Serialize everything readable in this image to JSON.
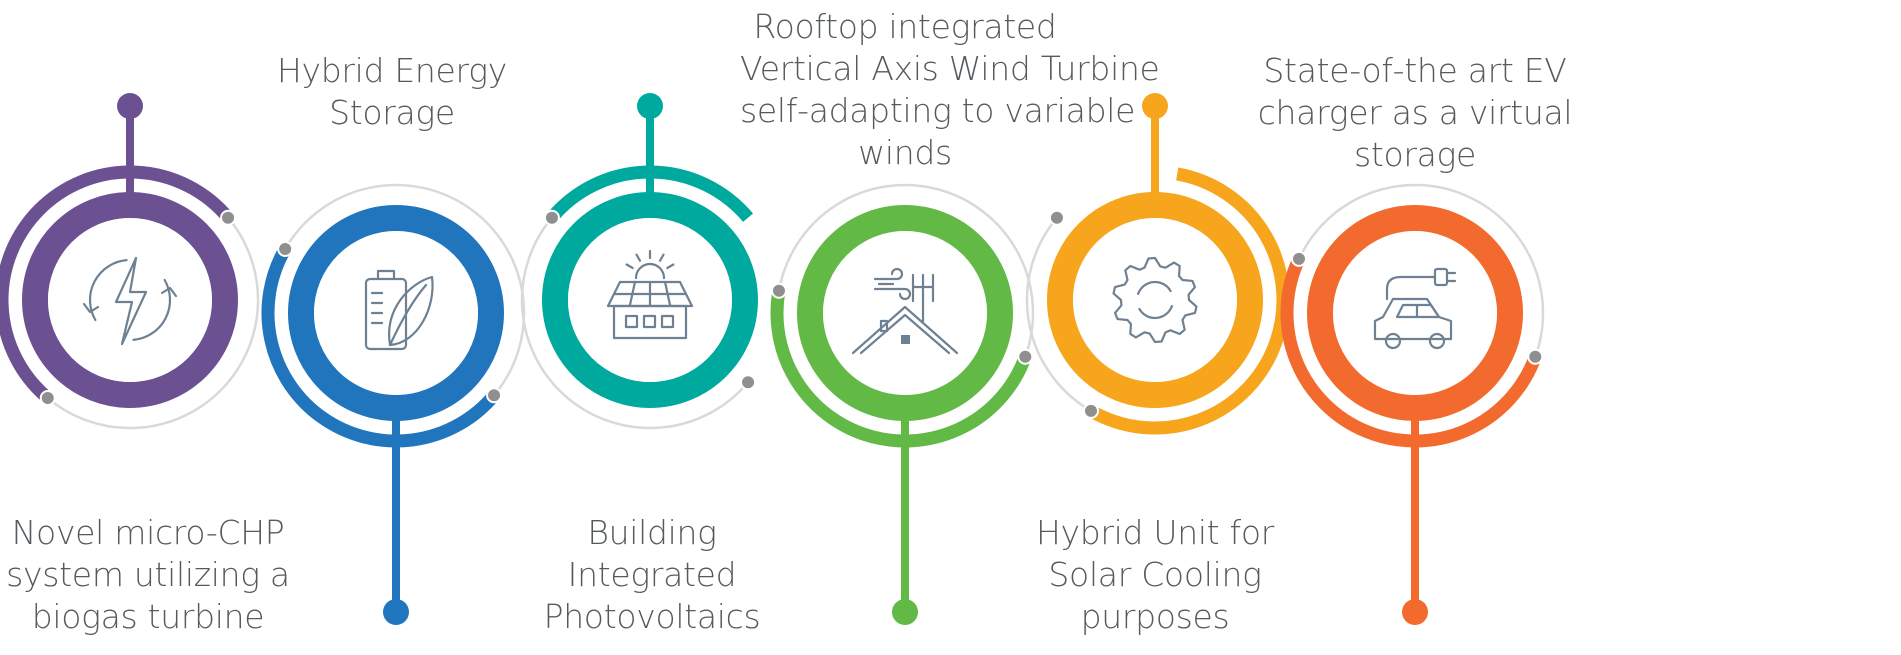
{
  "colors": {
    "gray_ring": "#d9d9d9",
    "gray_dot": "#8f8f8f",
    "icon_stroke": "#6e8192"
  },
  "items": [
    {
      "key": "chp",
      "color": "#6b5192",
      "icon": "lightning-cycle-icon",
      "label_lines": [
        "Novel micro-CHP",
        "system utilizing a",
        "biogas turbine"
      ]
    },
    {
      "key": "storage",
      "color": "#2175bd",
      "icon": "battery-leaf-icon",
      "label_lines": [
        "Hybrid Energy",
        "Storage"
      ]
    },
    {
      "key": "bipv",
      "color": "#00a99d",
      "icon": "solar-house-icon",
      "label_lines": [
        "Building",
        "Integrated",
        "Photovoltaics"
      ]
    },
    {
      "key": "wind",
      "color": "#62b946",
      "icon": "rooftop-wind-turbine-icon",
      "label_lines": [
        "Rooftop integrated",
        "Vertical Axis Wind Turbine",
        "self-adapting to variable",
        "winds"
      ]
    },
    {
      "key": "cooling",
      "color": "#f7a51c",
      "icon": "gear-cycle-icon",
      "label_lines": [
        "Hybrid Unit for",
        "Solar Cooling",
        "purposes"
      ]
    },
    {
      "key": "ev",
      "color": "#f26a2d",
      "icon": "ev-car-charger-icon",
      "label_lines": [
        "State-of-the art EV",
        "charger as a virtual",
        "storage"
      ]
    }
  ]
}
